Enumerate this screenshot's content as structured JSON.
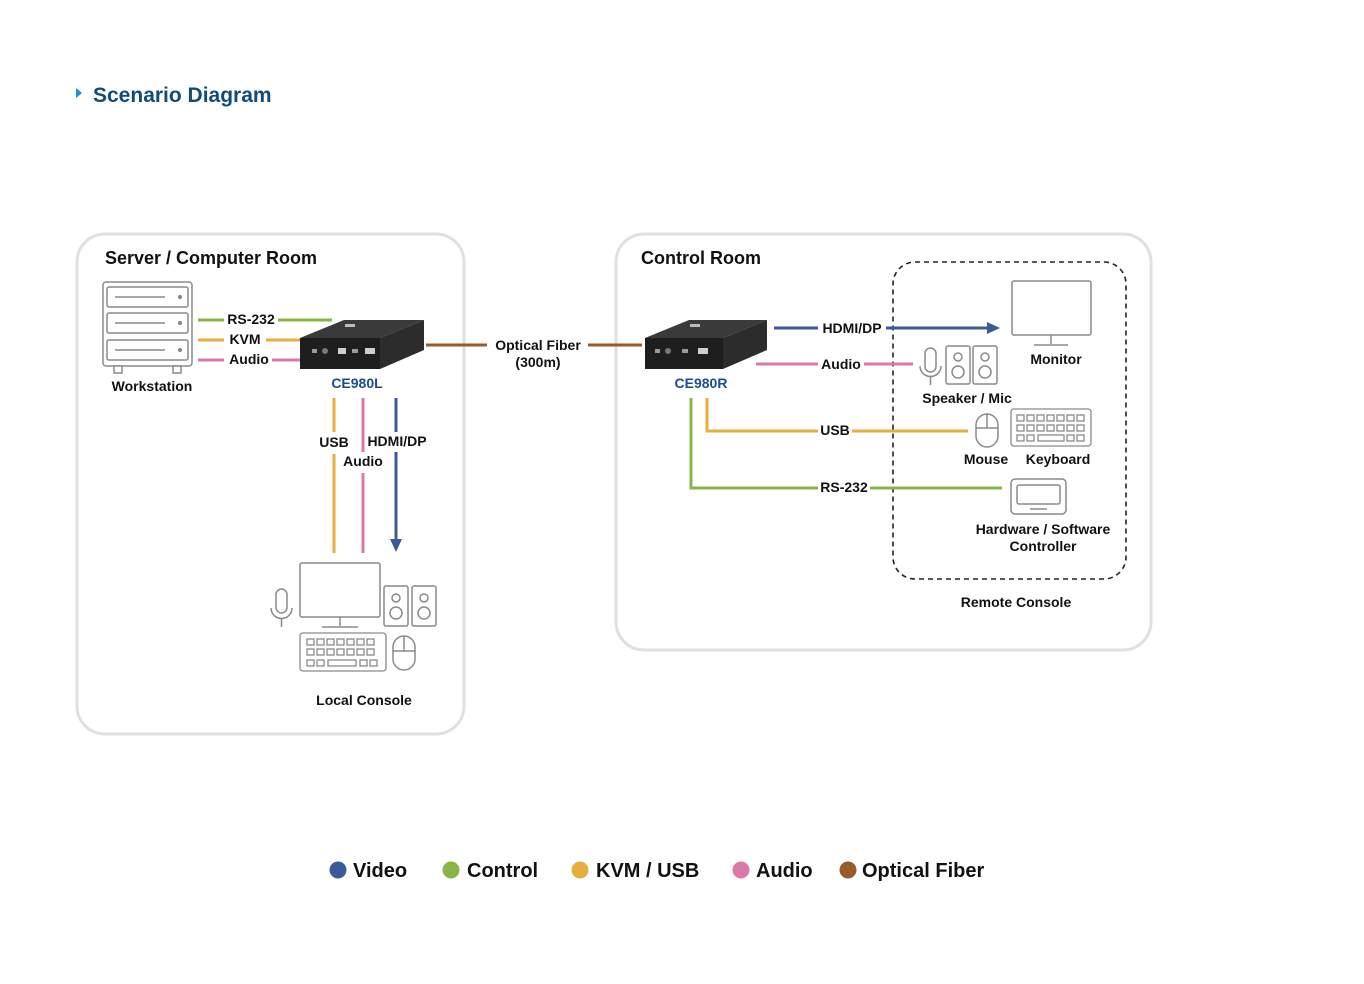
{
  "header": {
    "title": "Scenario Diagram"
  },
  "rooms": {
    "server": "Server / Computer Room",
    "control": "Control Room"
  },
  "devices": {
    "transmitter": "CE980L",
    "receiver": "CE980R"
  },
  "labels": {
    "workstation": "Workstation",
    "local_console": "Local Console",
    "remote_console": "Remote Console",
    "monitor": "Monitor",
    "speaker_mic": "Speaker / Mic",
    "mouse": "Mouse",
    "keyboard": "Keyboard",
    "controller_line1": "Hardware / Software",
    "controller_line2": "Controller"
  },
  "links": {
    "rs232_left": "RS-232",
    "kvm": "KVM",
    "audio_left": "Audio",
    "usb_down": "USB",
    "audio_down": "Audio",
    "hdmi_down": "HDMI/DP",
    "fiber_line1": "Optical Fiber",
    "fiber_line2": "(300m)",
    "hdmi_right": "HDMI/DP",
    "audio_right": "Audio",
    "usb_right": "USB",
    "rs232_right": "RS-232"
  },
  "colors": {
    "video": "#3a5a9a",
    "control": "#8ab445",
    "kvm_usb": "#e6ae3c",
    "audio": "#d97aa8",
    "fiber": "#9a5a2a",
    "room_border": "#e0e0e0",
    "icon_stroke": "#8a8a8a"
  },
  "legend": [
    {
      "label": "Video",
      "color": "#3a5a9a"
    },
    {
      "label": "Control",
      "color": "#8ab445"
    },
    {
      "label": "KVM / USB",
      "color": "#e6ae3c"
    },
    {
      "label": "Audio",
      "color": "#d97aa8"
    },
    {
      "label": "Optical Fiber",
      "color": "#9a5a2a"
    }
  ]
}
